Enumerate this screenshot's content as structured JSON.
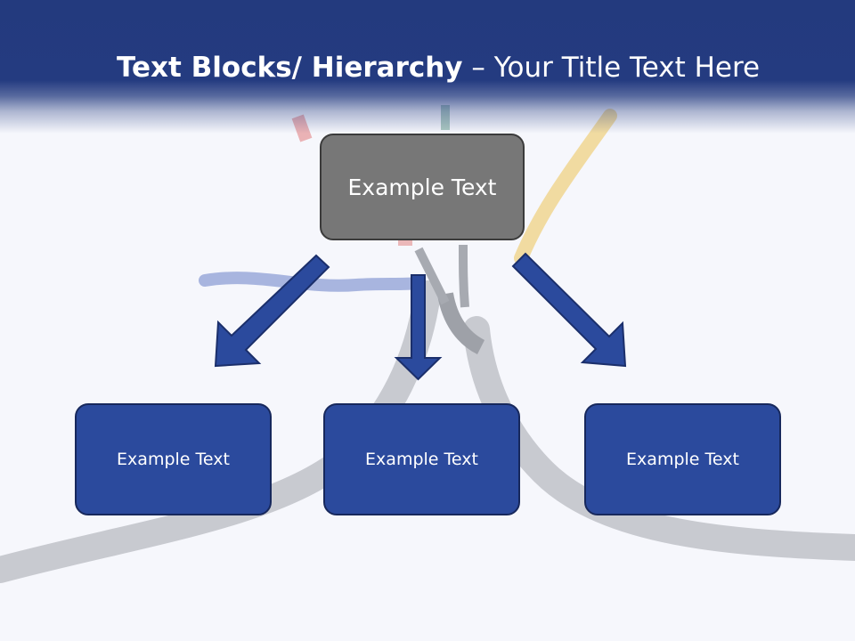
{
  "title": {
    "bold_part": "Text Blocks/ Hierarchy",
    "regular_part": " – Your Title Text Here"
  },
  "hierarchy": {
    "root": {
      "label": "Example Text"
    },
    "children": [
      {
        "label": "Example Text"
      },
      {
        "label": "Example Text"
      },
      {
        "label": "Example Text"
      }
    ]
  },
  "colors": {
    "header": "#243b80",
    "root_box": "#777777",
    "child_box": "#2b4a9d",
    "arrow": "#2b4a9d"
  }
}
